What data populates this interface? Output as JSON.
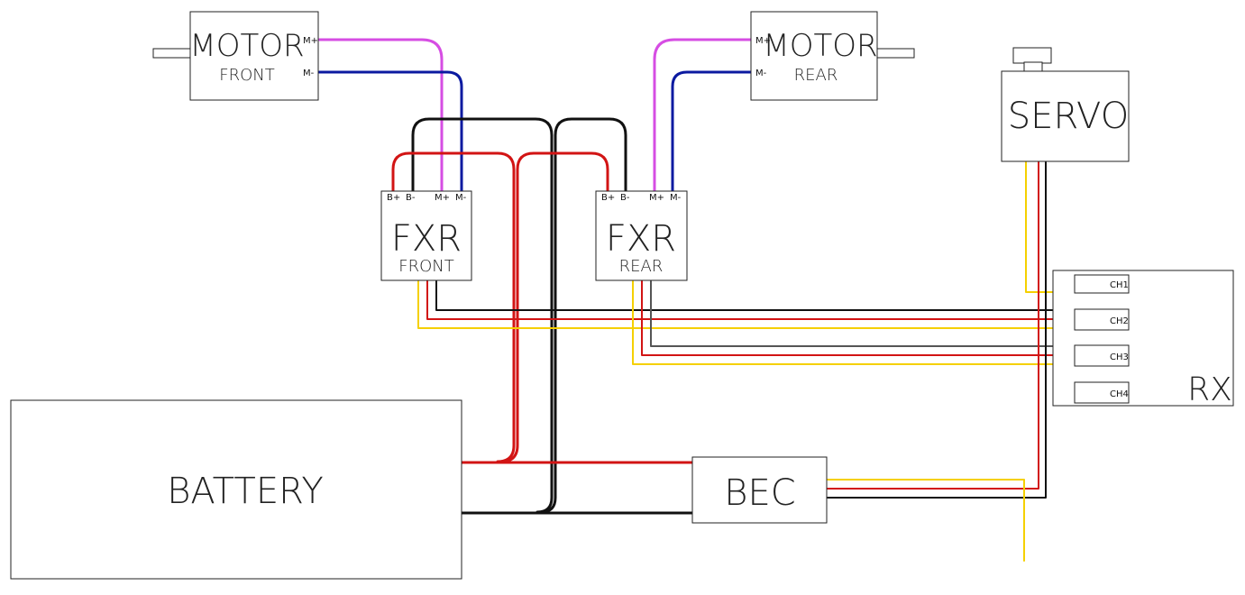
{
  "colors": {
    "magenta": "#d64de3",
    "blue": "#0b1aa0",
    "black": "#111111",
    "red": "#d21414",
    "yellow": "#f5d000",
    "gray": "#555555"
  },
  "motor_front": {
    "title": "MOTOR",
    "subtitle": "FRONT",
    "pin_pos": "M+",
    "pin_neg": "M-"
  },
  "motor_rear": {
    "title": "MOTOR",
    "subtitle": "REAR",
    "pin_pos": "M+",
    "pin_neg": "M-"
  },
  "servo": {
    "title": "SERVO"
  },
  "fxr_front": {
    "title": "FXR",
    "subtitle": "FRONT",
    "pins": [
      "B+",
      "B-",
      "M+",
      "M-"
    ]
  },
  "fxr_rear": {
    "title": "FXR",
    "subtitle": "REAR",
    "pins": [
      "B+",
      "B-",
      "M+",
      "M-"
    ]
  },
  "rx": {
    "title": "RX",
    "channels": [
      "CH1",
      "CH2",
      "CH3",
      "CH4"
    ]
  },
  "battery": {
    "title": "BATTERY"
  },
  "bec": {
    "title": "BEC"
  }
}
